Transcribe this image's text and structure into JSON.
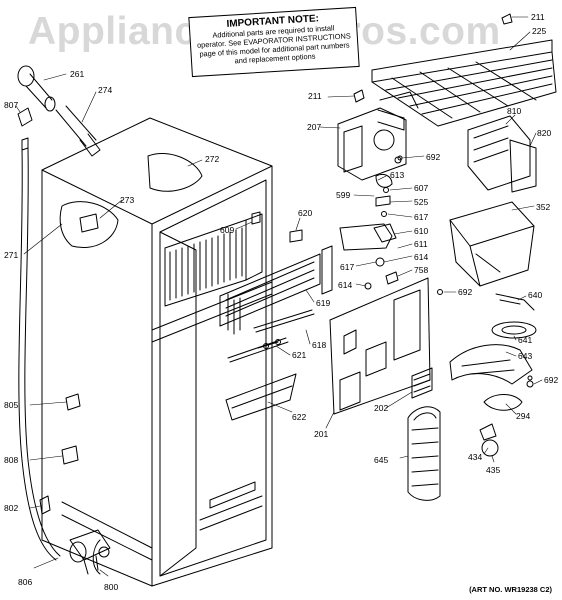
{
  "watermark": "AppliancePartsPros.com",
  "note": {
    "title": "IMPORTANT NOTE:",
    "lines": [
      "Additional parts are required to install",
      "operator. See EVAPORATOR INSTRUCTIONS",
      "page of this model for additional part numbers",
      "and replacement options"
    ]
  },
  "art_no": "(ART NO. WR19238 C2)",
  "callouts": [
    "211",
    "225",
    "261",
    "274",
    "807",
    "272",
    "273",
    "271",
    "211",
    "207",
    "692",
    "613",
    "599",
    "607",
    "525",
    "617",
    "610",
    "611",
    "614",
    "758",
    "620",
    "609",
    "617",
    "614",
    "619",
    "618",
    "621",
    "622",
    "810",
    "820",
    "352",
    "640",
    "641",
    "643",
    "692",
    "294",
    "692",
    "201",
    "202",
    "645",
    "434",
    "435",
    "805",
    "808",
    "802",
    "806",
    "800"
  ]
}
